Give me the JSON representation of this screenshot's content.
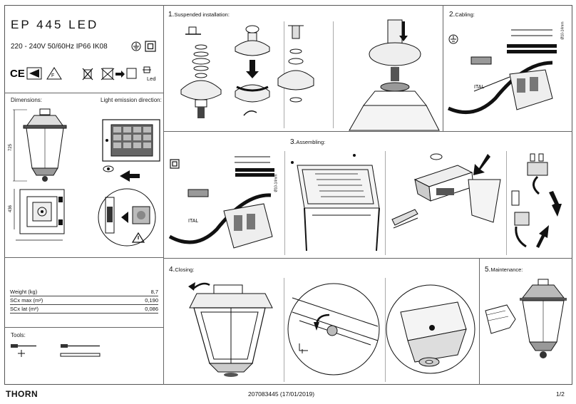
{
  "product": {
    "title": "EP 445 LED",
    "electrical": "220 - 240V 50/60Hz IP66 IK08"
  },
  "labels": {
    "dimensions": "Dimensions:",
    "emission": "Light emission direction:",
    "tools": "Tools:",
    "led": "Led",
    "dim_height": "725",
    "dim_width": "436"
  },
  "properties": [
    {
      "name": "Weight (kg)",
      "value": "8,7"
    },
    {
      "name": "SCx max (m²)",
      "value": "0,190"
    },
    {
      "name": "SCx lat (m²)",
      "value": "0,086"
    }
  ],
  "steps": [
    {
      "num": "1.",
      "label": "Suspended installation:"
    },
    {
      "num": "2.",
      "label": "Cabling:"
    },
    {
      "num": "3.",
      "label": "Assembling:"
    },
    {
      "num": "4.",
      "label": "Closing:"
    },
    {
      "num": "5.",
      "label": "Maintenance:"
    }
  ],
  "cable_spec": "Ø10-14mm",
  "footer": {
    "brand": "THORN",
    "doc_ref": "207083445 (17/01/2019)",
    "page": "1/2"
  },
  "icons": [
    "earth-icon",
    "double-insulation-icon",
    "ce-mark-icon",
    "no-bin-icon",
    "led-icon",
    "eye-icon",
    "arrow-left-icon",
    "warning-icon"
  ]
}
